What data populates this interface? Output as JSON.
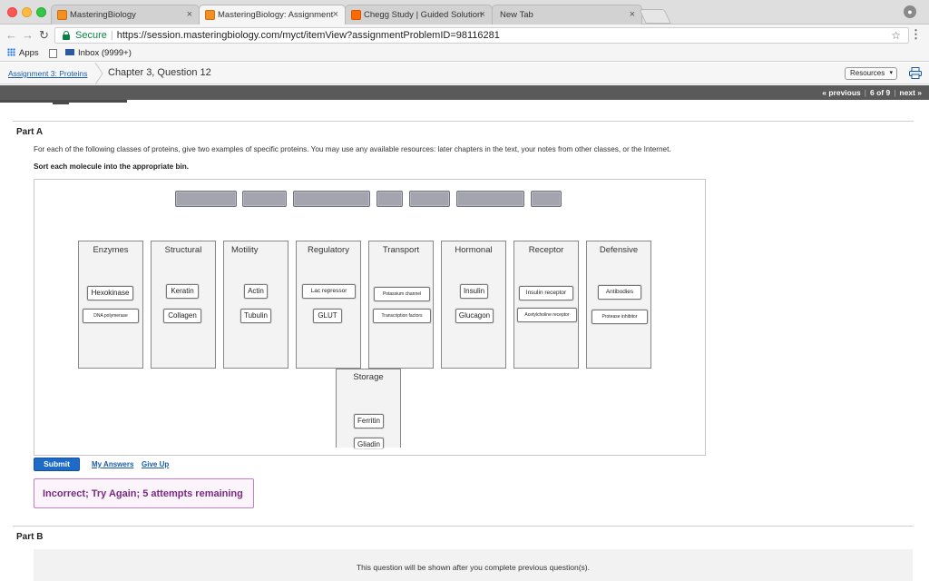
{
  "browser": {
    "tabs": [
      {
        "title": "MasteringBiology",
        "icon": "masteringbiology-favicon",
        "active": false
      },
      {
        "title": "MasteringBiology: Assignment",
        "icon": "masteringbiology-favicon",
        "active": true
      },
      {
        "title": "Chegg Study | Guided Solution",
        "icon": "chegg-favicon",
        "active": false
      },
      {
        "title": "New Tab",
        "icon": "",
        "active": false
      }
    ],
    "close_glyph": "×",
    "address": {
      "secure_label": "Secure",
      "url": "https://session.masteringbiology.com/myct/itemView?assignmentProblemID=98116281"
    },
    "bookmarks": [
      {
        "label": "Apps",
        "icon": "apps-grid-icon"
      },
      {
        "label": "Inbox (9999+)",
        "icon": "gmail-icon"
      }
    ]
  },
  "header": {
    "breadcrumb_link": "Assignment 3: Proteins",
    "breadcrumb_current": "Chapter 3, Question 12",
    "resources_label": "Resources",
    "pager": {
      "previous": "« previous",
      "position": "6 of 9",
      "next": "next »"
    }
  },
  "partA": {
    "title": "Part A",
    "instructions": "For each of the following classes of proteins, give two examples of specific proteins. You may use any available resources: later chapters in the text, your notes from other classes, or the Internet.",
    "sort_label": "Sort each molecule into the appropriate bin.",
    "empty_slots": 7,
    "bins": [
      {
        "label": "Enzymes",
        "items": [
          "Hexokinase",
          "DNA polymerase"
        ]
      },
      {
        "label": "Structural",
        "items": [
          "Keratin",
          "Collagen"
        ]
      },
      {
        "label": "Motility",
        "items": [
          "Actin",
          "Tubulin"
        ]
      },
      {
        "label": "Regulatory",
        "items": [
          "Lac repressor",
          "GLUT"
        ]
      },
      {
        "label": "Transport",
        "items": [
          "Potassium channel",
          "Transcription factors"
        ]
      },
      {
        "label": "Hormonal",
        "items": [
          "Insulin",
          "Glucagon"
        ]
      },
      {
        "label": "Receptor",
        "items": [
          "Insulin receptor",
          "Acetylcholine receptor"
        ]
      },
      {
        "label": "Defensive",
        "items": [
          "Antibodies",
          "Protease inhibitor"
        ]
      },
      {
        "label": "Storage",
        "items": [
          "Ferritin",
          "Gliadin"
        ]
      }
    ],
    "submit_label": "Submit",
    "my_answers_label": "My Answers",
    "give_up_label": "Give Up",
    "feedback": "Incorrect; Try Again; 5 attempts remaining"
  },
  "partB": {
    "title": "Part B",
    "note": "This question will be shown after you complete previous question(s)."
  },
  "colors": {
    "submit_blue": "#1d6bc7",
    "feedback_purple": "#7a2a85",
    "slot_gray": "#a3a4ae",
    "secure_green": "#0b8043"
  }
}
